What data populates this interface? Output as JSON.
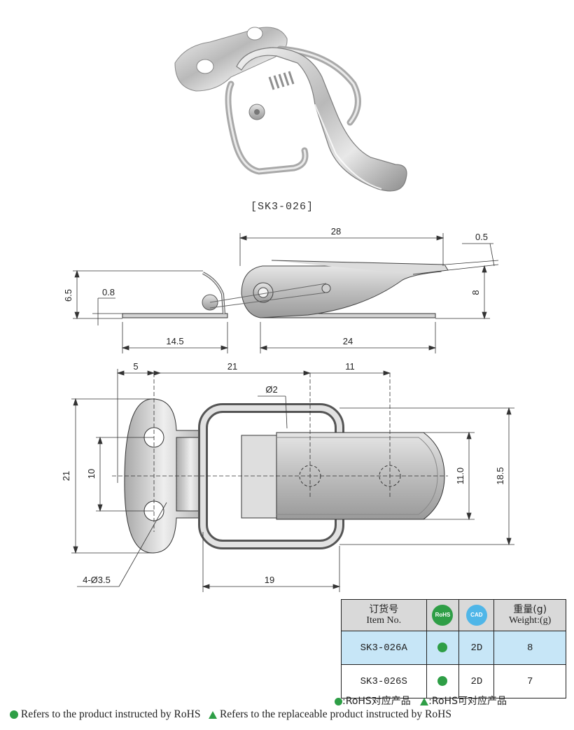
{
  "product": {
    "caption": "[SK3-026]"
  },
  "side_view": {
    "dims": {
      "overall_length": "28",
      "thickness": "0.5",
      "height_left": "6.5",
      "plate_thick": "0.8",
      "height_right": "8",
      "base_left": "14.5",
      "base_right": "24"
    }
  },
  "top_view": {
    "dims": {
      "hole_edge": "5",
      "hole_to_center": "21",
      "center_spacing": "11",
      "pin_dia": "Ø2",
      "total_height_left": "21",
      "hole_spacing": "10",
      "hook_width": "11.0",
      "total_height_right": "18.5",
      "hole_callout": "4-Ø3.5",
      "loop_length": "19"
    }
  },
  "table": {
    "headers": {
      "item_cn": "订货号",
      "item_en": "Item No.",
      "rohs_badge": "RoHS",
      "cad_badge": "CAD",
      "weight_cn": "重量(g)",
      "weight_en": "Weight:(g)"
    },
    "rows": [
      {
        "item": "SK3-026A",
        "cad": "2D",
        "weight": "8"
      },
      {
        "item": "SK3-026S",
        "cad": "2D",
        "weight": "7"
      }
    ]
  },
  "legend": {
    "cn_rohs": ":RoHS对应产品",
    "cn_replace": ":RoHS可对应产品",
    "en_rohs": "Refers to the product instructed by RoHS",
    "en_replace": "Refers to the replaceable product instructed by RoHS"
  },
  "colors": {
    "rohs_green": "#2e9e46",
    "cad_blue": "#4fb6e8",
    "row_highlight": "#c7e6f7",
    "header_gray": "#d9d9d9"
  }
}
